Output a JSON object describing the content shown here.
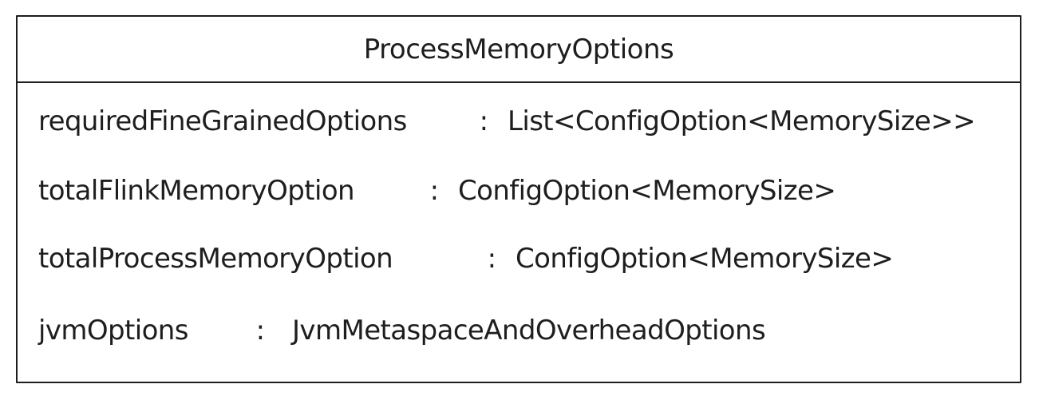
{
  "class": {
    "name": "ProcessMemoryOptions",
    "attributes": [
      {
        "name": "requiredFineGrainedOptions",
        "separator": ":",
        "type": "List<ConfigOption<MemorySize>>"
      },
      {
        "name": "totalFlinkMemoryOption",
        "separator": ":",
        "type": "ConfigOption<MemorySize>"
      },
      {
        "name": "totalProcessMemoryOption",
        "separator": ":",
        "type": "ConfigOption<MemorySize>"
      },
      {
        "name": "jvmOptions",
        "separator": ":",
        "type": "JvmMetaspaceAndOverheadOptions"
      }
    ]
  },
  "colors": {
    "stroke": "#1e1e1e",
    "background": "#ffffff"
  }
}
